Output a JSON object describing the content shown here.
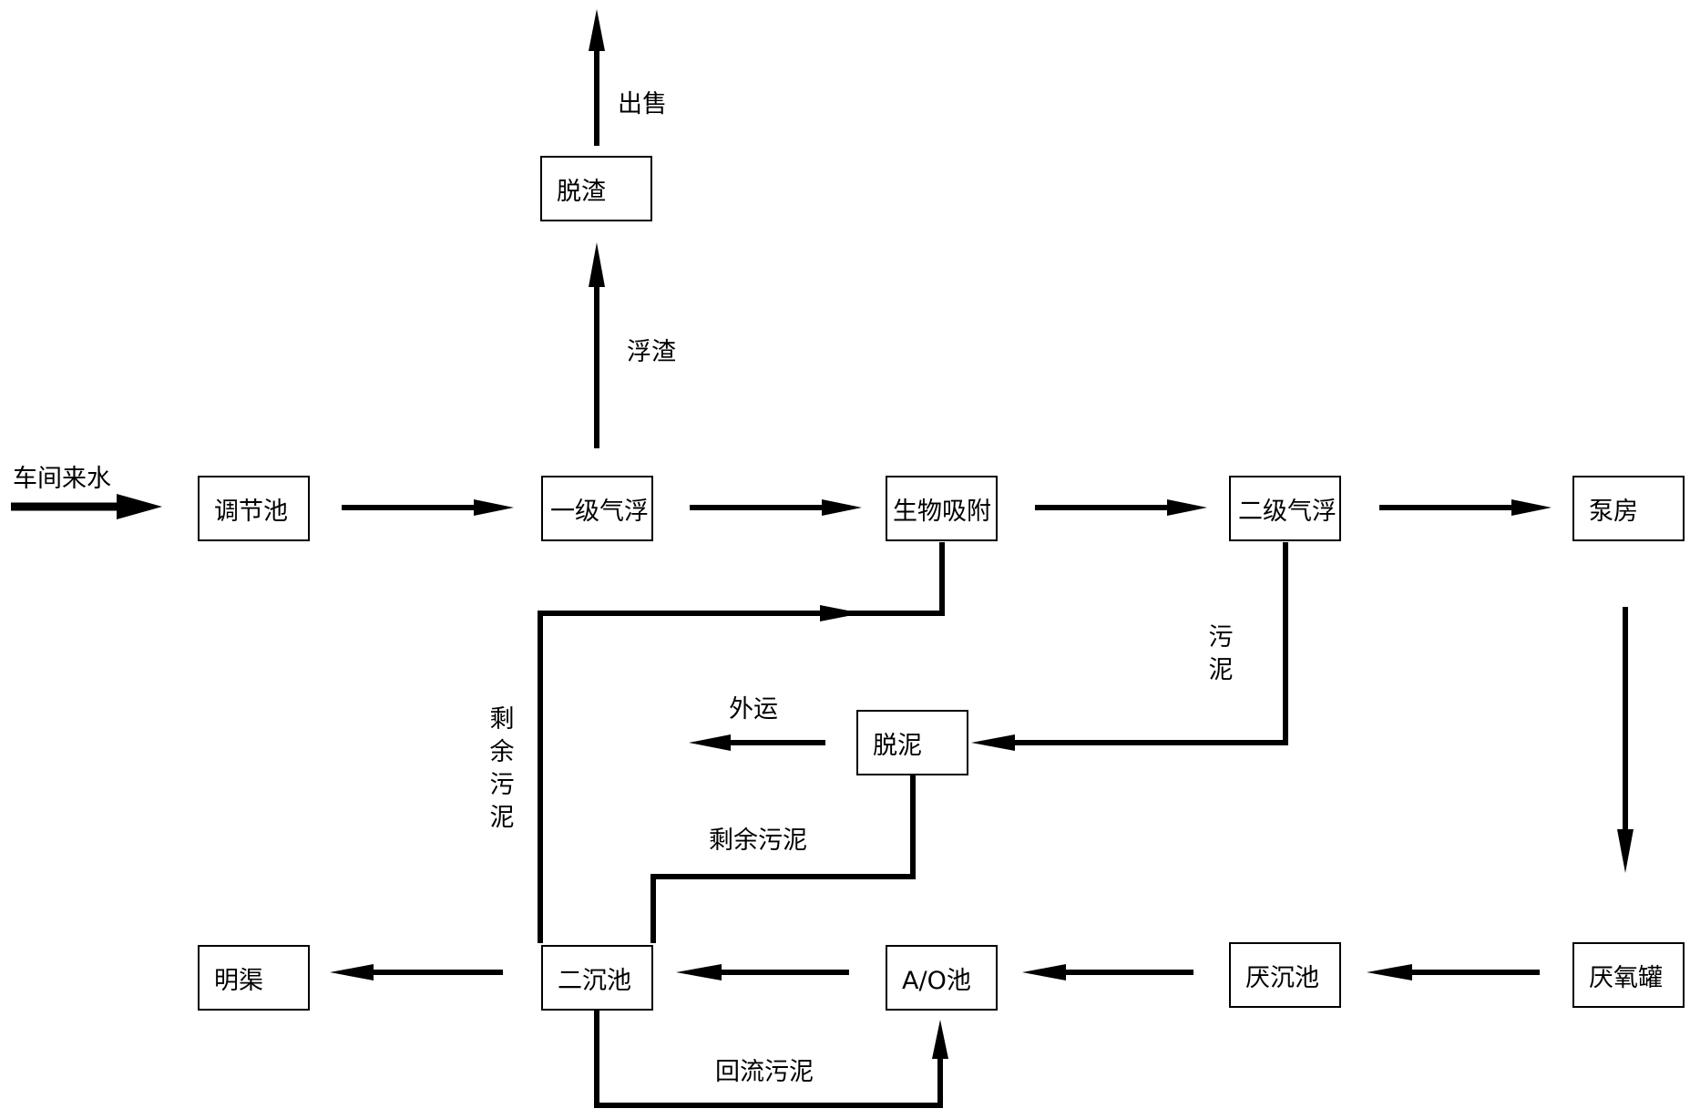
{
  "nodes": {
    "tiaojiechi": "调节池",
    "yiji_qifu": "一级气浮",
    "shengwu_xifu": "生物吸附",
    "erji_qifu": "二级气浮",
    "bengfang": "泵房",
    "tuozha": "脱渣",
    "tuoni": "脱泥",
    "mingqu": "明渠",
    "erchenchi": "二沉池",
    "ao_chi": "A/O池",
    "yanchenchi": "厌沉池",
    "yanyangguan": "厌氧罐"
  },
  "labels": {
    "inflow": "车间来水",
    "chushou": "出售",
    "fuzha": "浮渣",
    "wuni": "污泥",
    "waiyun": "外运",
    "shengyu_wuni_vertical": "剩余污泥",
    "shengyu_wuni": "剩余污泥",
    "huiliu_wuni": "回流污泥"
  }
}
